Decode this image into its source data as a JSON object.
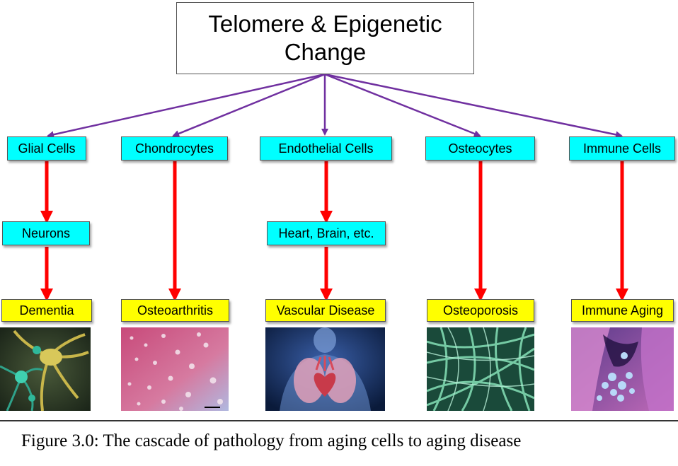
{
  "title": "Telomere & Epigenetic Change",
  "cells": [
    {
      "label": "Glial Cells"
    },
    {
      "label": "Chondrocytes"
    },
    {
      "label": "Endothelial Cells"
    },
    {
      "label": "Osteocytes"
    },
    {
      "label": "Immune Cells"
    }
  ],
  "intermediates": [
    {
      "label": "Neurons"
    },
    {
      "label": "Heart, Brain, etc."
    }
  ],
  "diseases": [
    {
      "label": "Dementia"
    },
    {
      "label": "Osteoarthritis"
    },
    {
      "label": "Vascular Disease"
    },
    {
      "label": "Osteoporosis"
    },
    {
      "label": "Immune Aging"
    }
  ],
  "caption": "Figure 3.0: The cascade of pathology from aging cells to aging disease",
  "colors": {
    "cell_box": "#00ffff",
    "disease_box": "#ffff00",
    "purple_arrow": "#7030a0",
    "red_arrow": "#ff0000"
  }
}
